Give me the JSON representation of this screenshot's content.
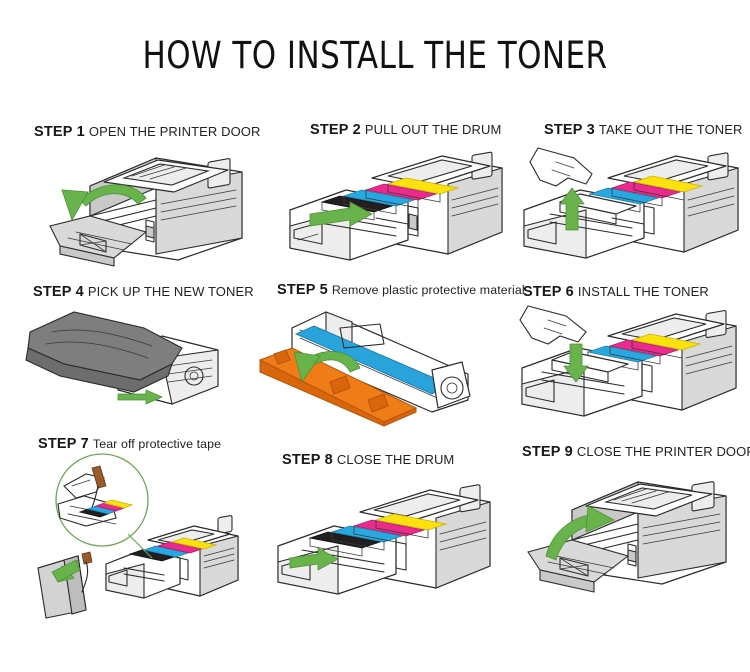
{
  "poster": {
    "title": "HOW TO INSTALL THE TONER",
    "background_color": "#ffffff",
    "accent_arrow_color": "#69b34c",
    "cover_color": "#f07c18"
  },
  "steps": [
    {
      "num": "STEP 1",
      "desc": "OPEN THE PRINTER DOOR",
      "art": "printer-door-open"
    },
    {
      "num": "STEP 2",
      "desc": "PULL OUT THE DRUM",
      "art": "drum-pulled-out"
    },
    {
      "num": "STEP 3",
      "desc": "TAKE OUT THE TONER",
      "art": "toner-lift-out"
    },
    {
      "num": "STEP 4",
      "desc": "PICK UP THE NEW TONER",
      "art": "toner-in-bag"
    },
    {
      "num": "STEP 5",
      "desc": "Remove plastic protective material",
      "art": "remove-orange-cover"
    },
    {
      "num": "STEP 6",
      "desc": "INSTALL THE TONER",
      "art": "toner-insert"
    },
    {
      "num": "STEP 7",
      "desc": "Tear off protective tape",
      "art": "tear-tape-callout"
    },
    {
      "num": "STEP 8",
      "desc": "CLOSE THE DRUM",
      "art": "drum-close"
    },
    {
      "num": "STEP 9",
      "desc": "CLOSE THE PRINTER DOOR",
      "art": "printer-door-close"
    }
  ],
  "cartridge_colors": {
    "black": "#231f20",
    "cyan": "#27a8e0",
    "magenta": "#ea2a8c",
    "yellow": "#fbe10d"
  }
}
